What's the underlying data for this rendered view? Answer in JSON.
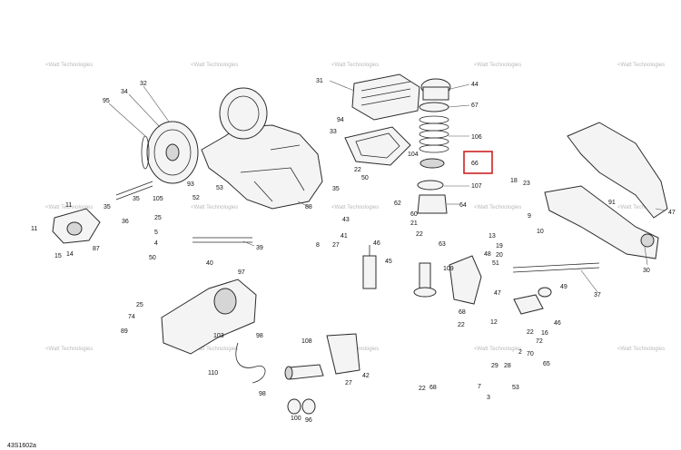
{
  "figure_id": "43S1602a",
  "watermark_text": "<Watt Technologies",
  "highlight_color": "#cc2222",
  "highlighted_callout": "66",
  "callouts": [
    {
      "label": "95"
    },
    {
      "label": "34"
    },
    {
      "label": "32"
    },
    {
      "label": "35"
    },
    {
      "label": "105"
    },
    {
      "label": "36"
    },
    {
      "label": "35"
    },
    {
      "label": "11"
    },
    {
      "label": "11"
    },
    {
      "label": "87"
    },
    {
      "label": "15"
    },
    {
      "label": "14"
    },
    {
      "label": "25"
    },
    {
      "label": "5"
    },
    {
      "label": "4"
    },
    {
      "label": "50"
    },
    {
      "label": "40"
    },
    {
      "label": "93"
    },
    {
      "label": "52"
    },
    {
      "label": "53"
    },
    {
      "label": "39"
    },
    {
      "label": "97"
    },
    {
      "label": "25"
    },
    {
      "label": "74"
    },
    {
      "label": "89"
    },
    {
      "label": "103"
    },
    {
      "label": "98"
    },
    {
      "label": "110"
    },
    {
      "label": "98"
    },
    {
      "label": "31"
    },
    {
      "label": "94"
    },
    {
      "label": "33"
    },
    {
      "label": "22"
    },
    {
      "label": "50"
    },
    {
      "label": "35"
    },
    {
      "label": "88"
    },
    {
      "label": "44"
    },
    {
      "label": "67"
    },
    {
      "label": "106"
    },
    {
      "label": "104"
    },
    {
      "label": "66"
    },
    {
      "label": "107"
    },
    {
      "label": "64"
    },
    {
      "label": "62"
    },
    {
      "label": "60"
    },
    {
      "label": "21"
    },
    {
      "label": "63"
    },
    {
      "label": "43"
    },
    {
      "label": "22"
    },
    {
      "label": "41"
    },
    {
      "label": "8"
    },
    {
      "label": "27"
    },
    {
      "label": "46"
    },
    {
      "label": "45"
    },
    {
      "label": "109"
    },
    {
      "label": "48"
    },
    {
      "label": "51"
    },
    {
      "label": "13"
    },
    {
      "label": "19"
    },
    {
      "label": "20"
    },
    {
      "label": "47"
    },
    {
      "label": "68"
    },
    {
      "label": "22"
    },
    {
      "label": "12"
    },
    {
      "label": "108"
    },
    {
      "label": "42"
    },
    {
      "label": "27"
    },
    {
      "label": "100"
    },
    {
      "label": "96"
    },
    {
      "label": "18"
    },
    {
      "label": "23"
    },
    {
      "label": "91"
    },
    {
      "label": "47"
    },
    {
      "label": "30"
    },
    {
      "label": "37"
    },
    {
      "label": "49"
    },
    {
      "label": "9"
    },
    {
      "label": "10"
    },
    {
      "label": "46"
    },
    {
      "label": "22"
    },
    {
      "label": "72"
    },
    {
      "label": "2"
    },
    {
      "label": "70"
    },
    {
      "label": "16"
    },
    {
      "label": "65"
    },
    {
      "label": "53"
    },
    {
      "label": "29"
    },
    {
      "label": "28"
    },
    {
      "label": "68"
    },
    {
      "label": "22"
    },
    {
      "label": "7"
    },
    {
      "label": "3"
    }
  ]
}
